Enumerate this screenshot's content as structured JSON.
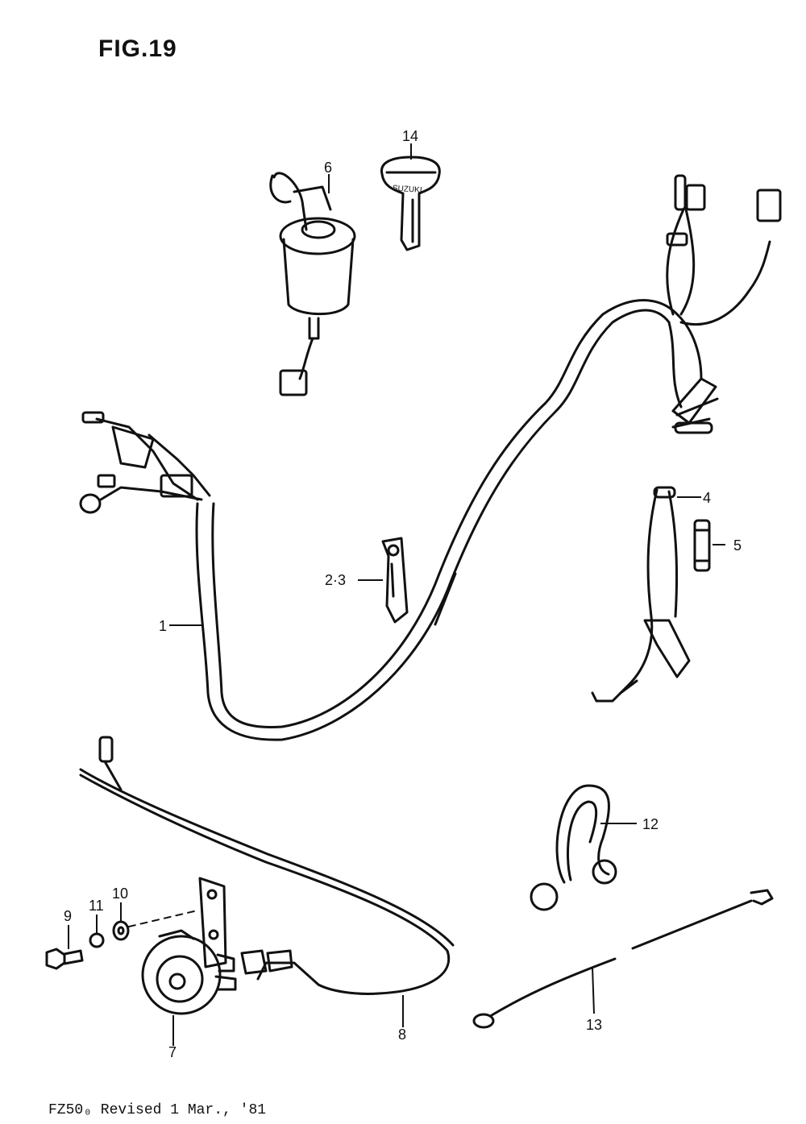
{
  "figure": {
    "title": "FIG.19"
  },
  "footer": {
    "text": "FZ50₀  Revised 1 Mar., '81"
  },
  "parts": {
    "p1": "1",
    "p23": "2·3",
    "p4": "4",
    "p5": "5",
    "p6": "6",
    "p7": "7",
    "p8": "8",
    "p9": "9",
    "p10": "10",
    "p11": "11",
    "p12": "12",
    "p13": "13",
    "p14": "14"
  },
  "key_brand": "SUZUKI",
  "colors": {
    "ink": "#111111",
    "paper": "#ffffff"
  }
}
